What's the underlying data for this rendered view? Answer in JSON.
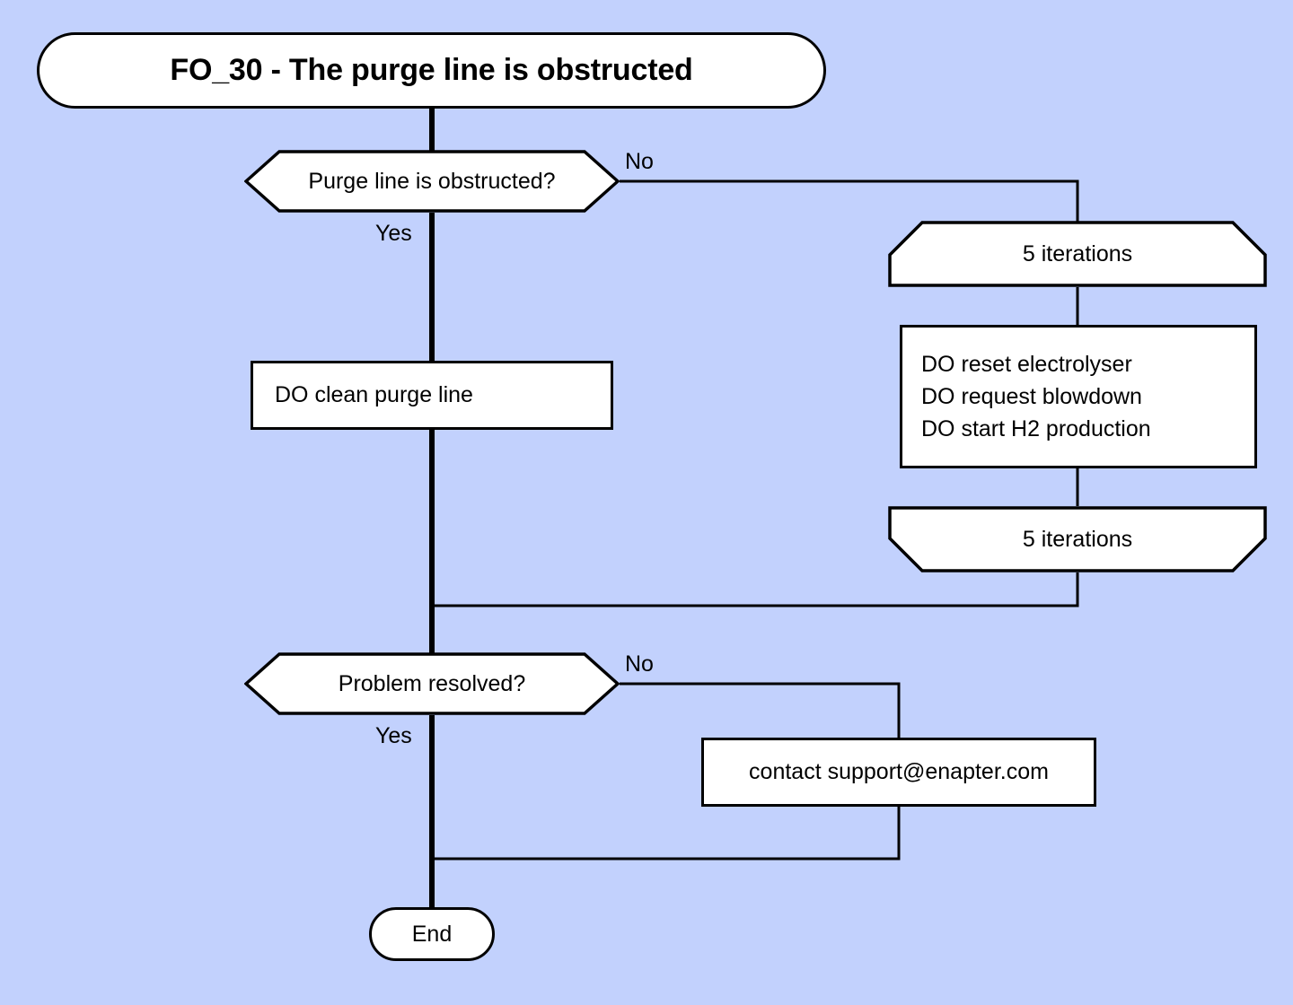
{
  "diagram": {
    "title": "FO_30 - The purge line is obstructed",
    "background_color": "#c2d1fd",
    "node_fill": "#ffffff",
    "stroke_color": "#000000",
    "nodes": {
      "title": "FO_30 - The purge line is obstructed",
      "decision_1": "Purge line is obstructed?",
      "action_clean": "DO clean purge line",
      "loop_start": "5 iterations",
      "actions_block": {
        "line_1": "DO reset electrolyser",
        "line_2": "DO request blowdown",
        "line_3": "DO start H2 production"
      },
      "loop_end": "5 iterations",
      "decision_2": "Problem resolved?",
      "action_support": "contact support@enapter.com",
      "end": "End"
    },
    "edge_labels": {
      "decision_1_no": "No",
      "decision_1_yes": "Yes",
      "decision_2_no": "No",
      "decision_2_yes": "Yes"
    }
  }
}
